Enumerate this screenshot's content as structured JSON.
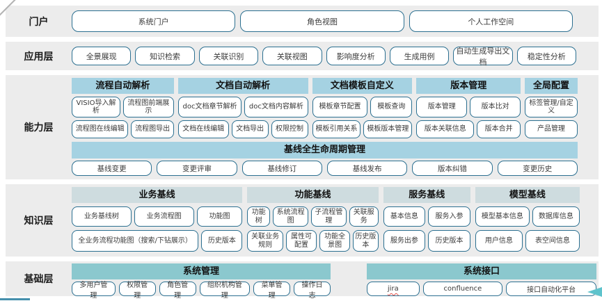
{
  "colors": {
    "band_background": "#ececec",
    "capability_header": "#a5d2e2",
    "knowledge_header": "#cedcdf",
    "foundation_header": "#8bc8ce",
    "box_border": "#2b6f90",
    "accent_line": "#448fac",
    "arrow": "#5ec3cc"
  },
  "layers": {
    "portal": {
      "label": "门户",
      "items": [
        "系统门户",
        "角色视图",
        "个人工作空间"
      ]
    },
    "application": {
      "label": "应用层",
      "items": [
        "全景展现",
        "知识检索",
        "关联识别",
        "关联视图",
        "影响度分析",
        "生成用例",
        "自动生成导出文档",
        "稳定性分析"
      ]
    },
    "capability": {
      "label": "能力层",
      "groups": [
        {
          "title": "流程自动解析",
          "row1": [
            "VISIO导入解析",
            "流程图前端展示"
          ],
          "row2": [
            "流程图在线编辑",
            "流程图导出"
          ]
        },
        {
          "title": "文档自动解析",
          "row1": [
            "doc文档章节解析",
            "doc文档内容解析"
          ],
          "row2": [
            "文档在线编辑",
            "文档导出",
            "权限控制"
          ]
        },
        {
          "title": "文档模板自定义",
          "row1": [
            "模板章节配置",
            "模板查询"
          ],
          "row2": [
            "模板引用关系",
            "模板版本管理"
          ]
        },
        {
          "title": "版本管理",
          "row1": [
            "版本管理",
            "版本比对"
          ],
          "row2": [
            "版本关联信息",
            "版本合并"
          ]
        },
        {
          "title": "全局配置",
          "row1": [
            "标签管理/自定义"
          ],
          "row2": [
            "产品管理"
          ]
        }
      ],
      "baseline": {
        "title": "基线全生命周期管理",
        "items": [
          "基线变更",
          "变更评审",
          "基线修订",
          "基线发布",
          "版本纠错",
          "变更历史"
        ]
      }
    },
    "knowledge": {
      "label": "知识层",
      "groups": [
        {
          "title": "业务基线",
          "row1": [
            "业务基线树",
            "业务流程图",
            "功能图"
          ],
          "row2": [
            "全业务流程功能图（搜索/下钻展示）",
            "历史版本"
          ]
        },
        {
          "title": "功能基线",
          "row1": [
            "功能树",
            "系统流程图",
            "子流程管理",
            "关联服务"
          ],
          "row2": [
            "关联业务规则",
            "属性可配置",
            "功能全景图",
            "历史版本"
          ]
        },
        {
          "title": "服务基线",
          "row1": [
            "基本信息",
            "服务入参"
          ],
          "row2": [
            "服务出参",
            "历史版本"
          ]
        },
        {
          "title": "模型基线",
          "row1": [
            "模型基本信息",
            "数据库信息"
          ],
          "row2": [
            "用户信息",
            "表空间信息"
          ]
        }
      ]
    },
    "foundation": {
      "label": "基础层",
      "groups": [
        {
          "title": "系统管理",
          "row1": [
            "多用户管理",
            "权限管理",
            "角色管理",
            "组织机构管理",
            "菜单管理",
            "操作日志"
          ]
        },
        {
          "title": "系统接口",
          "row1": [
            "jira",
            "confluence",
            "接口自动化平台"
          ]
        }
      ]
    }
  }
}
